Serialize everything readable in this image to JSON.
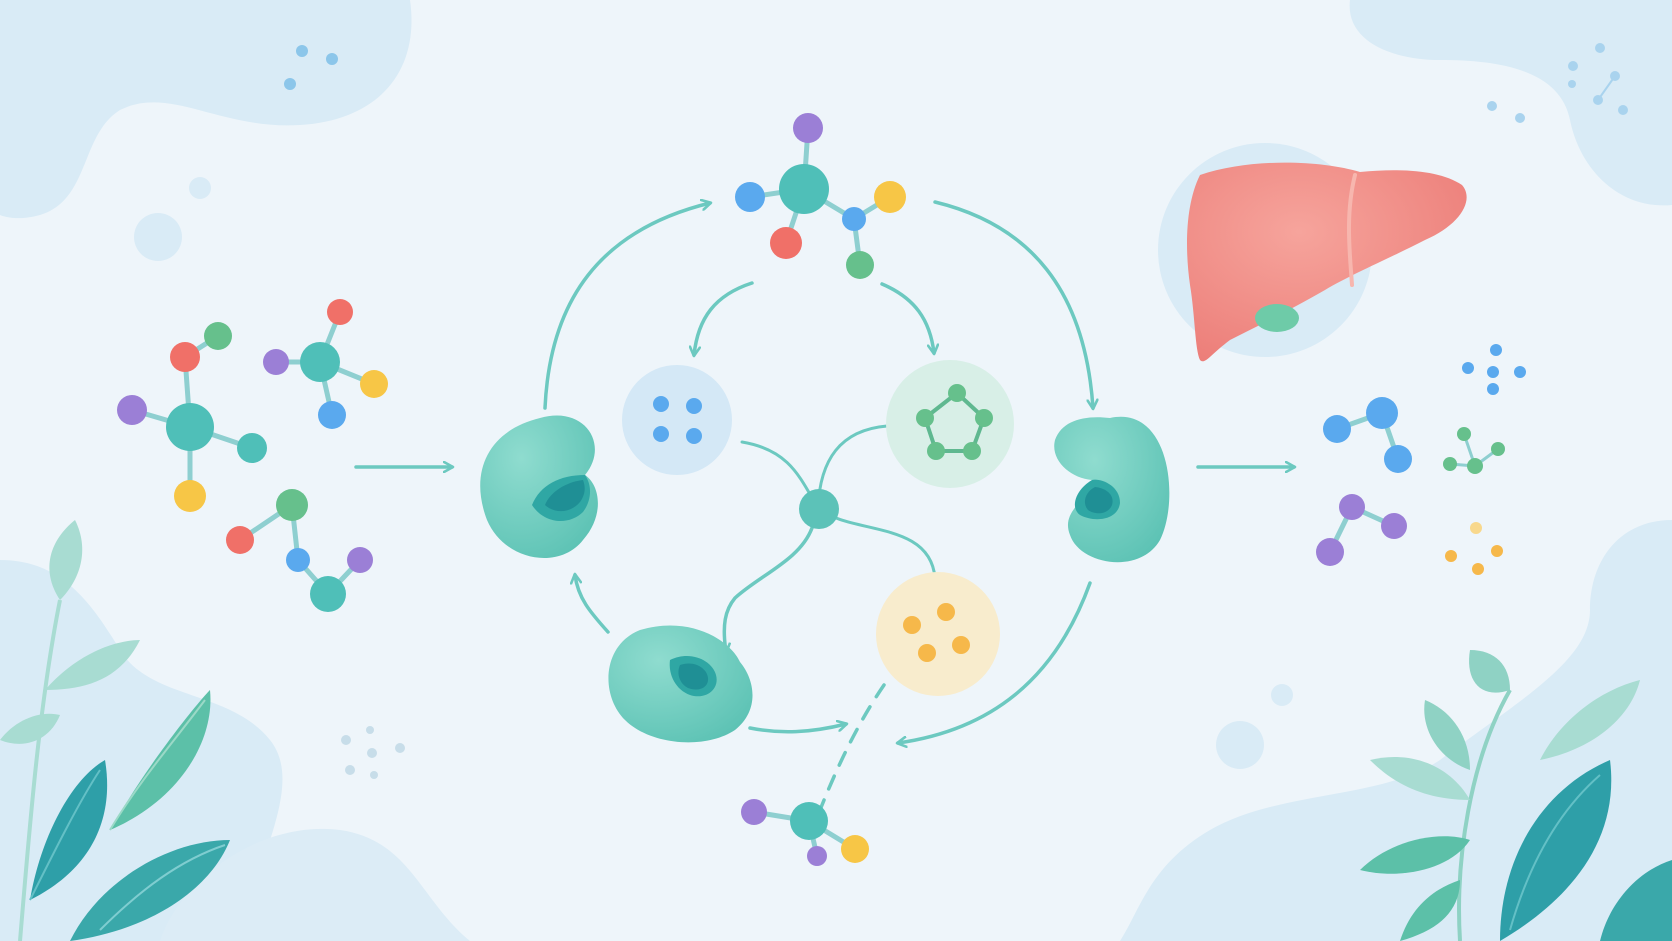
{
  "title": "",
  "colors": {
    "background": "#eef5fa",
    "blob": "#d9ebf6",
    "teal": "#6ccdc0",
    "teal_dark": "#3fb2a8",
    "arrow": "#6cc9c0",
    "atom_teal": "#4fbfb8",
    "atom_blue": "#5aa9ee",
    "atom_purple": "#9b7fd6",
    "atom_red": "#f07068",
    "atom_green": "#66c08c",
    "atom_yellow": "#f7c646",
    "atom_orange": "#f6b84a",
    "liver": "#f08c86",
    "gallbladder": "#6ecba8",
    "leaf_dark": "#2e9fa8",
    "leaf_mid": "#5cc0a8",
    "leaf_light": "#a8dcd2"
  },
  "diagram": {
    "nodes": [
      {
        "id": "input-molecules",
        "icon": "molecule-cluster-icon"
      },
      {
        "id": "substrate-molecule",
        "icon": "branched-molecule-icon"
      },
      {
        "id": "enzyme-left",
        "icon": "enzyme-icon"
      },
      {
        "id": "enzyme-right",
        "icon": "enzyme-icon"
      },
      {
        "id": "enzyme-bottom",
        "icon": "enzyme-icon"
      },
      {
        "id": "hub-node",
        "icon": "hub-node-icon"
      },
      {
        "id": "blue-dots-circle",
        "icon": "four-dots-icon"
      },
      {
        "id": "green-ring-circle",
        "icon": "ring-molecule-icon"
      },
      {
        "id": "yellow-dots-circle",
        "icon": "dots-cluster-icon"
      },
      {
        "id": "byproduct-molecule",
        "icon": "small-molecule-icon"
      },
      {
        "id": "liver",
        "icon": "liver-icon"
      },
      {
        "id": "output-metabolites",
        "icon": "metabolite-cluster-icon"
      }
    ]
  }
}
